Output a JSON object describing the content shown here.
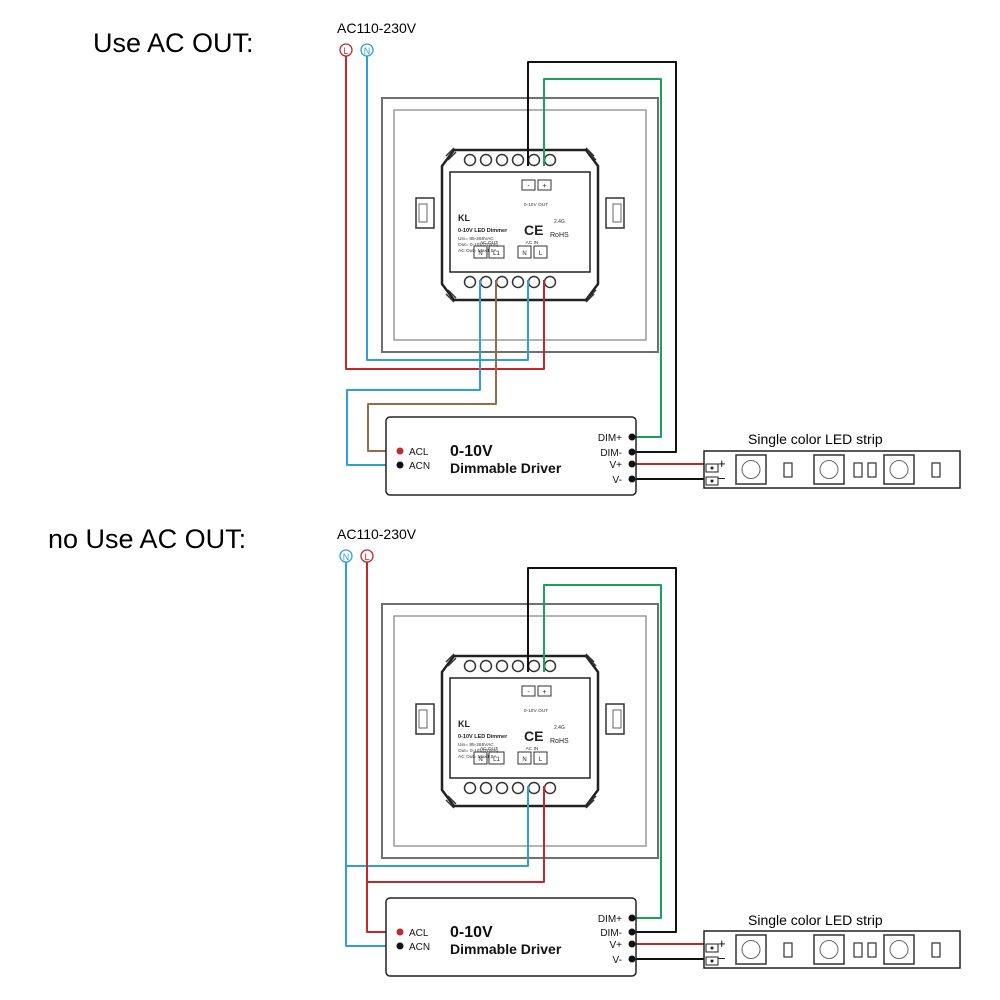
{
  "top": {
    "heading": "Use AC OUT:",
    "supply_label": "AC110-230V",
    "terminal_l": "L",
    "terminal_n": "N"
  },
  "bottom": {
    "heading": "no Use AC OUT:",
    "supply_label": "AC110-230V",
    "terminal_n": "N",
    "terminal_l": "L"
  },
  "dimmer": {
    "brand": "KL",
    "model": "0-10V LED Dimmer",
    "spec_in": "Uin= 85-265VAC",
    "spec_out": "Out= 0-10V(20mA)",
    "spec_ac_out": "AC Out= Max1.5A",
    "minus": "-",
    "plus": "+",
    "out_label": "0-10V OUT",
    "rf": "2.4G",
    "ce": "CE",
    "rohs": "RoHS",
    "ac_out_label": "AC OUT",
    "ac_in_label": "AC IN",
    "n": "N",
    "l1": "L1",
    "l": "L"
  },
  "driver": {
    "title_line1": "0-10V",
    "title_line2": "Dimmable Driver",
    "acl": "ACL",
    "acn": "ACN",
    "dim_plus": "DIM+",
    "dim_minus": "DIM-",
    "v_plus": "V+",
    "v_minus": "V-"
  },
  "strip": {
    "label": "Single color LED strip",
    "plus": "+",
    "minus": "−"
  },
  "colors": {
    "live": "#c0282d",
    "neutral": "#2f9fd6",
    "brown": "#9a6a47",
    "dim_plus": "#1aa25a",
    "dim_minus": "#111111"
  }
}
